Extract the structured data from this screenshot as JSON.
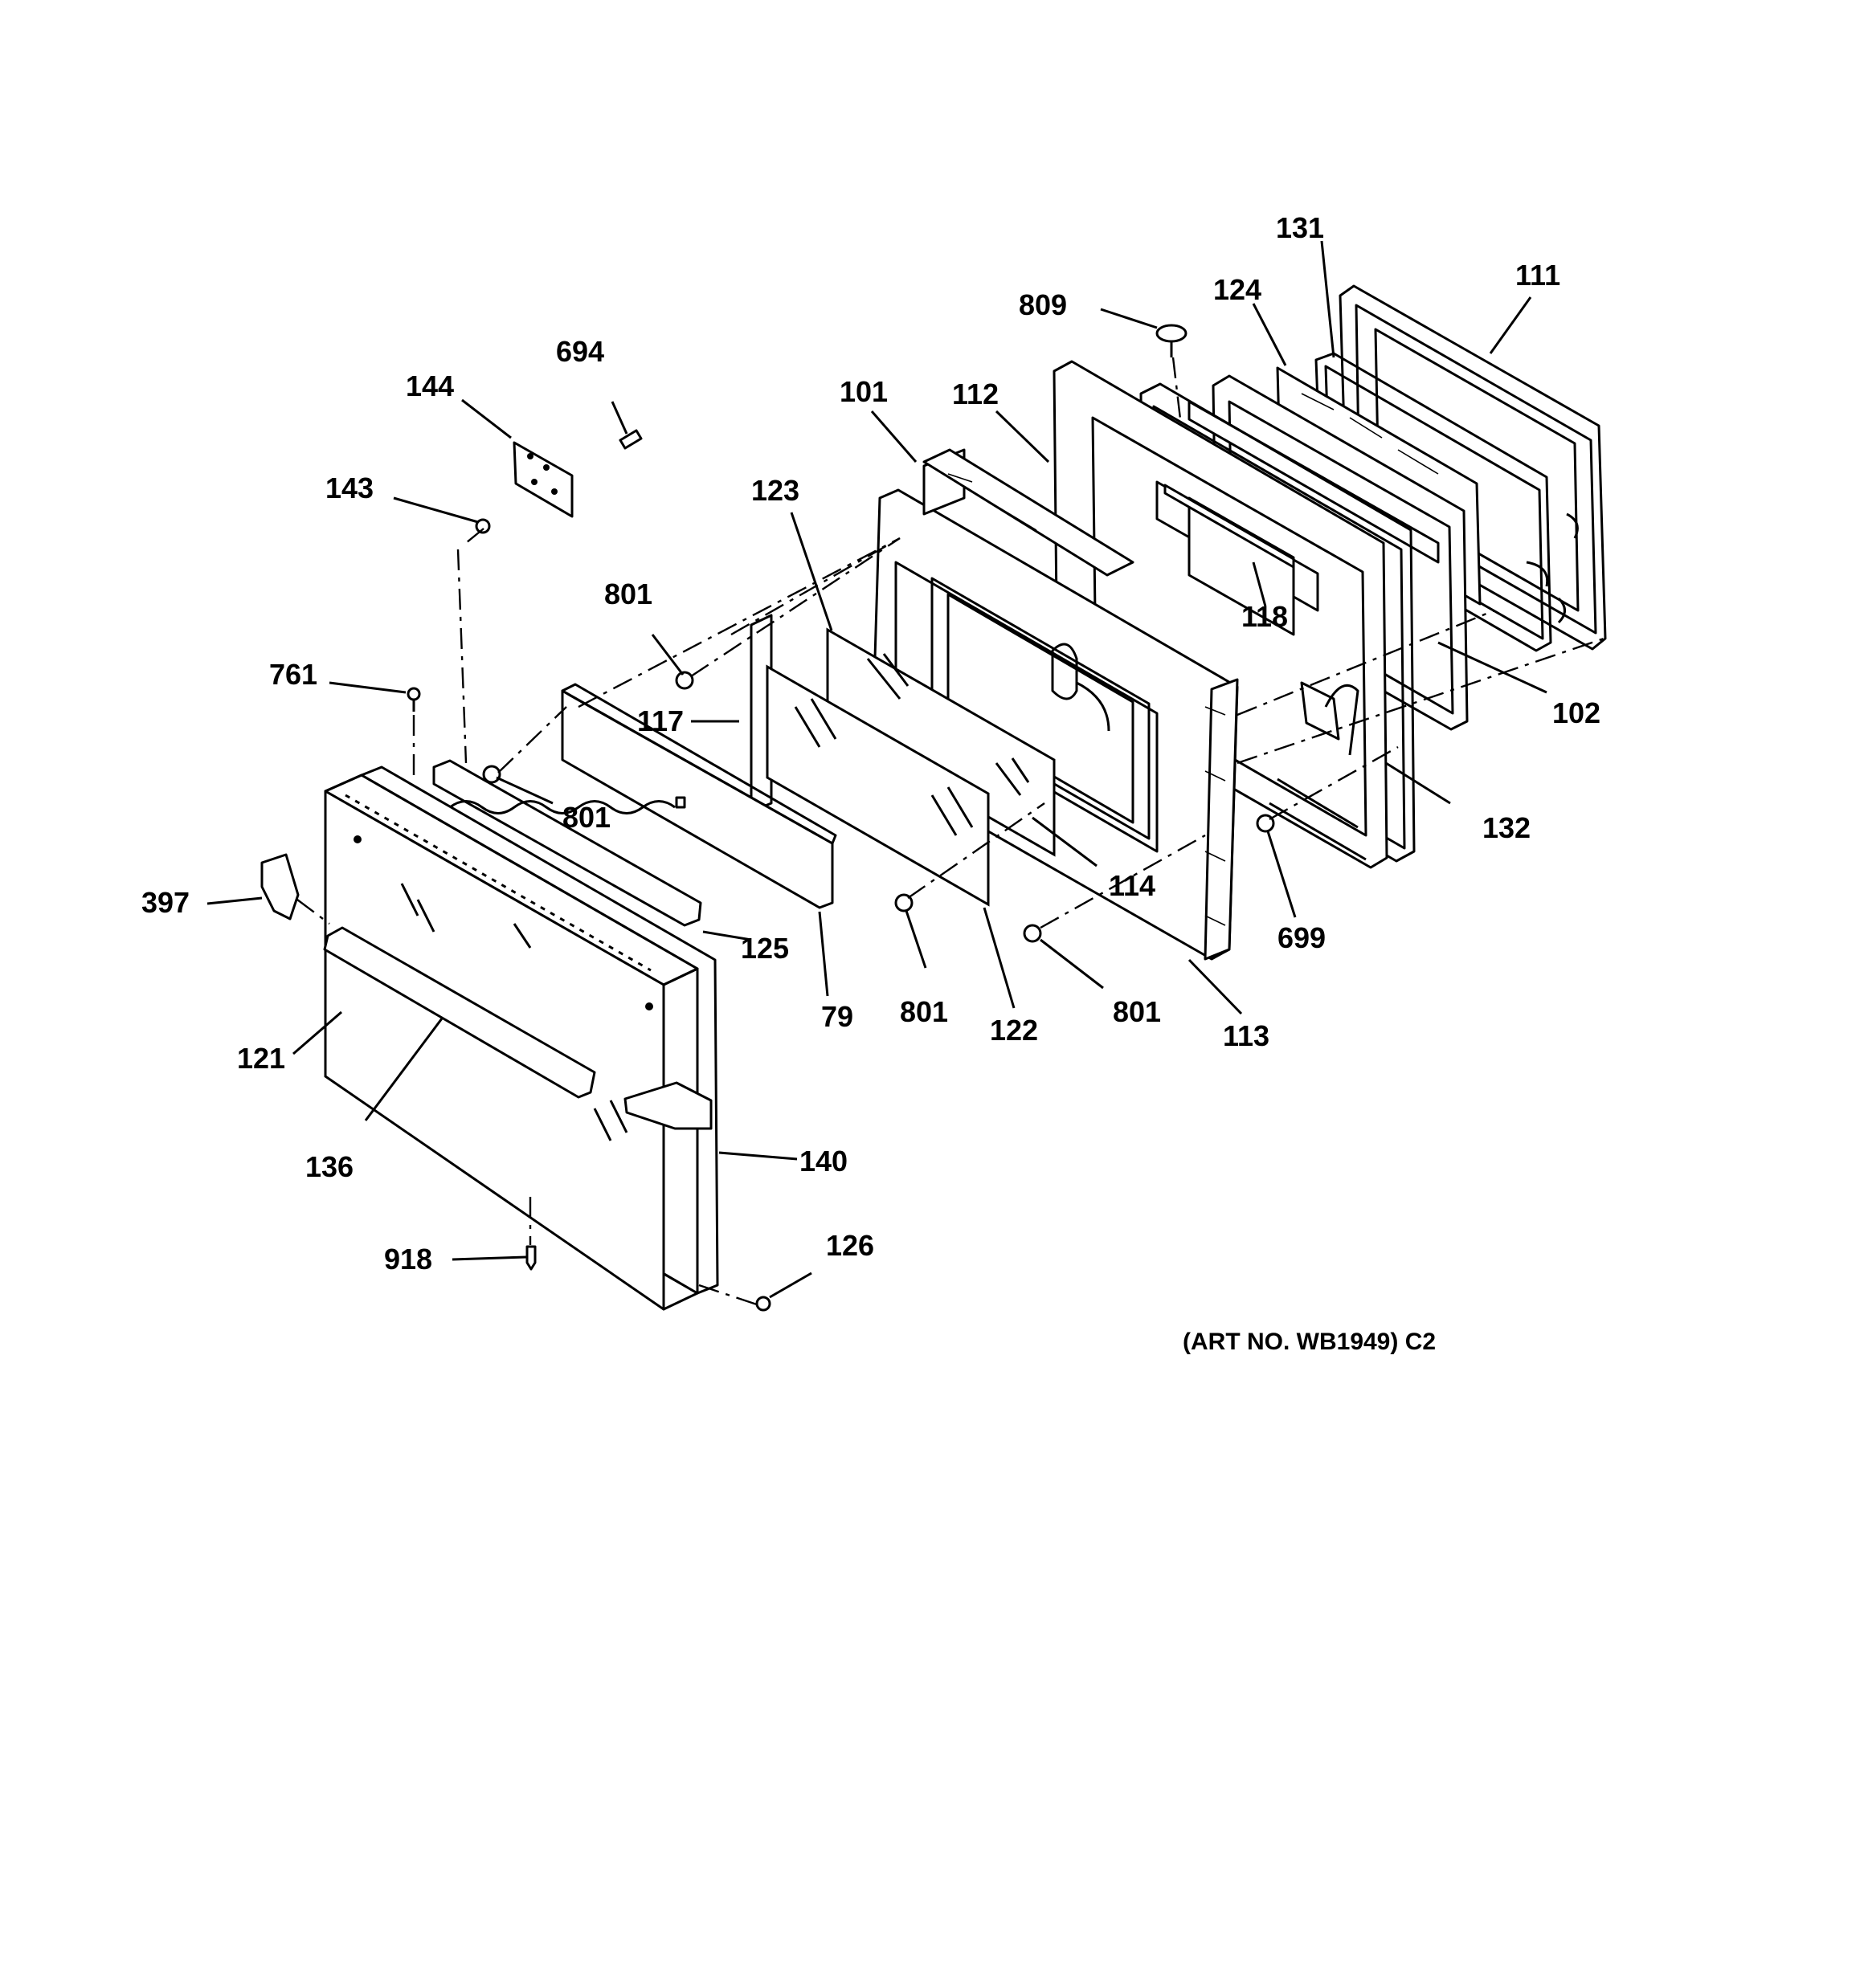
{
  "diagram": {
    "art_number": "(ART NO. WB1949) C2",
    "parts": [
      {
        "id": "p131",
        "label": "131"
      },
      {
        "id": "p111",
        "label": "111"
      },
      {
        "id": "p124",
        "label": "124"
      },
      {
        "id": "p809",
        "label": "809"
      },
      {
        "id": "p694",
        "label": "694"
      },
      {
        "id": "p144",
        "label": "144"
      },
      {
        "id": "p101",
        "label": "101"
      },
      {
        "id": "p112",
        "label": "112"
      },
      {
        "id": "p143",
        "label": "143"
      },
      {
        "id": "p123",
        "label": "123"
      },
      {
        "id": "p801a",
        "label": "801"
      },
      {
        "id": "p118",
        "label": "118"
      },
      {
        "id": "p761",
        "label": "761"
      },
      {
        "id": "p117",
        "label": "117"
      },
      {
        "id": "p102",
        "label": "102"
      },
      {
        "id": "p801b",
        "label": "801"
      },
      {
        "id": "p132",
        "label": "132"
      },
      {
        "id": "p114",
        "label": "114"
      },
      {
        "id": "p397",
        "label": "397"
      },
      {
        "id": "p699",
        "label": "699"
      },
      {
        "id": "p125",
        "label": "125"
      },
      {
        "id": "p801c",
        "label": "801"
      },
      {
        "id": "p801d",
        "label": "801"
      },
      {
        "id": "p79",
        "label": "79"
      },
      {
        "id": "p122",
        "label": "122"
      },
      {
        "id": "p113",
        "label": "113"
      },
      {
        "id": "p121",
        "label": "121"
      },
      {
        "id": "p136",
        "label": "136"
      },
      {
        "id": "p140",
        "label": "140"
      },
      {
        "id": "p126",
        "label": "126"
      },
      {
        "id": "p918",
        "label": "918"
      }
    ]
  }
}
